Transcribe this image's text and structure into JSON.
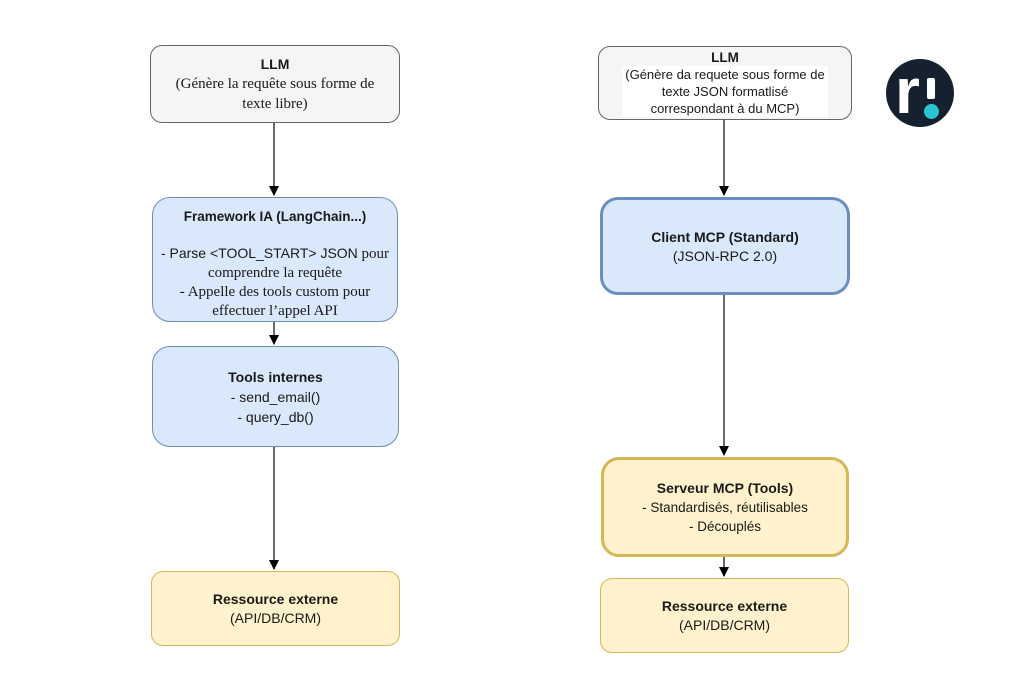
{
  "colors": {
    "box_gray_fill": "#f5f5f5",
    "box_gray_border": "#666666",
    "box_blue_fill": "#dae8fc",
    "box_blue_border": "#6c8ebf",
    "box_yellow_fill": "#fff2cc",
    "box_yellow_border": "#d6b656",
    "arrow": "#000000",
    "logo_bg": "#15212e",
    "logo_dot": "#29c5d6"
  },
  "logo": {
    "letter": "r",
    "mark": "exclamation"
  },
  "left_flow": {
    "llm": {
      "title": "LLM",
      "line1": "(Génère la requête sous forme de",
      "line2": "texte libre)"
    },
    "framework": {
      "title": "Framework IA (LangChain...)",
      "b1_sans": "- Parse <TOOL_START> JSON",
      "b1_serif": " pour",
      "b2": "comprendre la requête",
      "b3": "- Appelle des tools custom pour",
      "b4": "effectuer l’appel API"
    },
    "tools": {
      "title": "Tools internes",
      "item1": "- send_email()",
      "item2": "- query_db()"
    },
    "resource": {
      "title": "Ressource externe",
      "subtitle": "(API/DB/CRM)"
    }
  },
  "right_flow": {
    "llm": {
      "title": "LLM",
      "line1": "(Génère da requete sous forme de",
      "line2": "texte JSON formatlisé",
      "line3": "correspondant à du MCP)"
    },
    "client": {
      "title": "Client MCP (Standard)",
      "subtitle": "(JSON-RPC 2.0)"
    },
    "server": {
      "title": "Serveur MCP (Tools)",
      "item1": "- Standardisés, réutilisables",
      "item2": "- Découplés"
    },
    "resource": {
      "title": "Ressource externe",
      "subtitle": "(API/DB/CRM)"
    }
  }
}
